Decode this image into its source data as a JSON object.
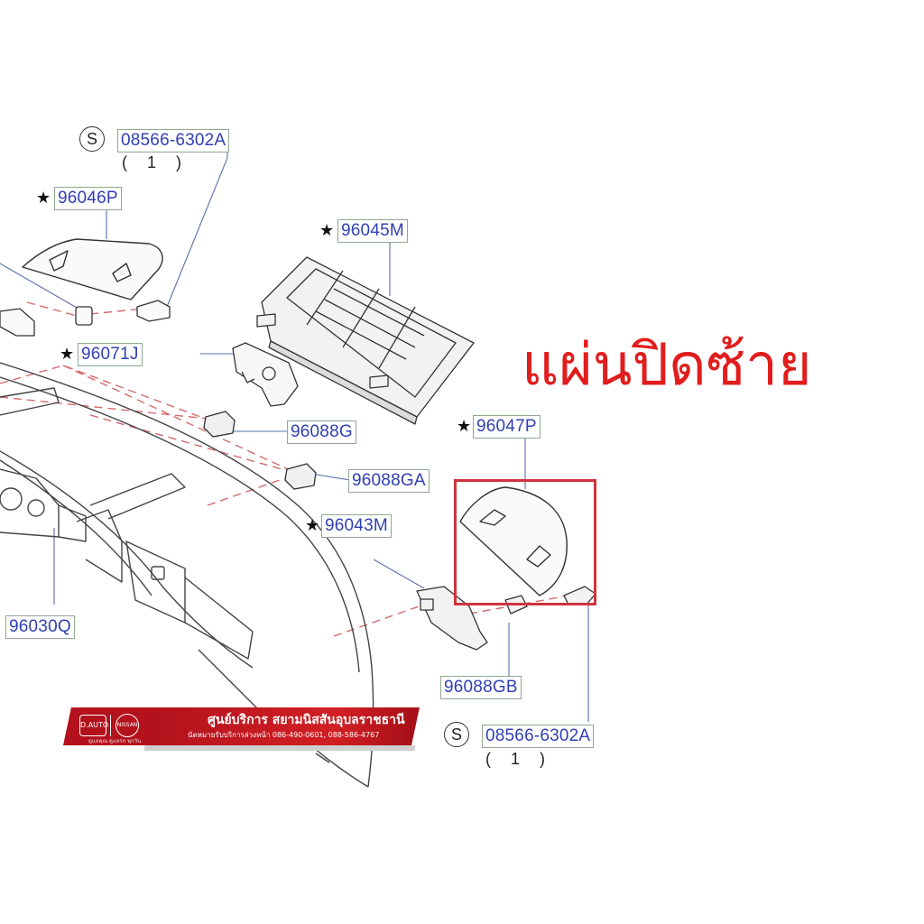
{
  "overlay_title": "แผ่นปิดซ้าย",
  "parts": {
    "p08566_top": "08566-6302A",
    "qty_top": "(1)",
    "p96046P": "96046P",
    "p96045M": "96045M",
    "p96071J": "96071J",
    "p96088G": "96088G",
    "p96088GA": "96088GA",
    "p96047P": "96047P",
    "p96043M": "96043M",
    "p96030Q": "96030Q",
    "p96088GB": "96088GB",
    "p08566_bottom": "08566-6302A",
    "qty_bottom": "(1)"
  },
  "markers": {
    "star": "★",
    "s": "S"
  },
  "banner": {
    "title": "ศูนย์บริการ สยามนิสสันอุบลราชธานี",
    "subtitle": "นัดหมายรับบริการล่วงหน้า 086-490-0601, 088-586-4767",
    "brand_left": "D.AUTO",
    "brand_right": "NISSAN",
    "brand_tag": "ดูแลคุณ ดูแลรถ ทุกวัน"
  },
  "colors": {
    "callout_text": "#2f3fb3",
    "callout_border": "#8fa88f",
    "leader": "#5a6fae",
    "dash": "#d46a6a",
    "highlight": "#d0333f",
    "overlay_text": "#e11d1d",
    "banner_red": "#b3121c"
  }
}
